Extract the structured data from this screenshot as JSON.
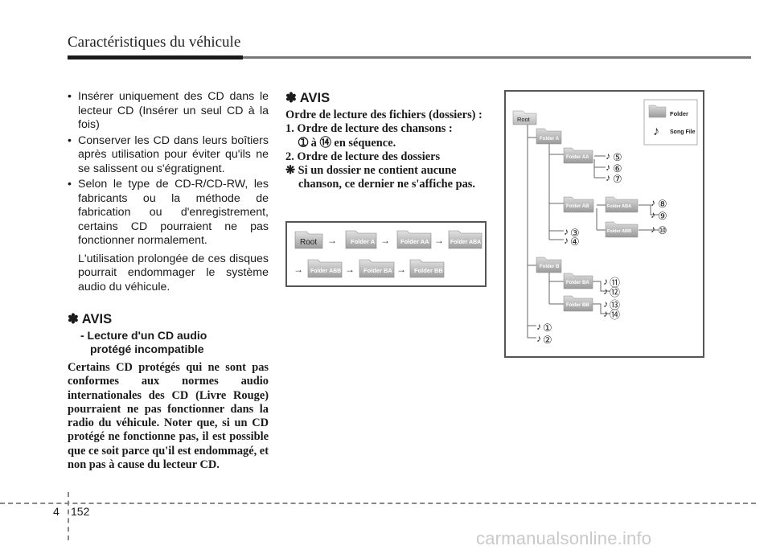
{
  "header": {
    "title": "Caractéristiques du véhicule"
  },
  "left_column": {
    "bullets": [
      "Insérer uniquement des CD dans le lecteur CD (Insérer un seul CD à la fois)",
      "Conserver les CD dans leurs boîtiers après utilisation pour éviter qu'ils ne se salissent ou s'égratignent.",
      "Selon le type de CD-R/CD-RW, les fabricants ou la méthode de fabrication ou d'enregistrement, certains CD pourraient ne pas fonctionner normalement."
    ],
    "continuation": "L'utilisation prolongée de ces disques pourrait endommager le système audio du véhicule.",
    "avis": {
      "title": "✽ AVIS",
      "subtitle_line1": "- Lecture d'un CD audio",
      "subtitle_line2": "protégé incompatible",
      "body": "Certains CD protégés qui ne sont pas conformes aux normes audio internationales des CD (Livre Rouge) pourraient ne pas fonctionner dans la radio du véhicule. Noter que, si un CD protégé ne fonctionne pas, il est possible que ce soit parce qu'il est endommagé, et non pas à cause du lecteur CD."
    }
  },
  "right_column": {
    "avis_title": "✽ AVIS",
    "order_heading": "Ordre de lecture des fichiers (dossiers) :",
    "item1_line1": "1. Ordre de lecture des chansons :",
    "item1_line2": "➀ à ⑭ en séquence.",
    "item2": "2. Ordre de lecture des dossiers",
    "note_line1": "❋ Si un dossier ne contient aucune",
    "note_line2": "chanson, ce dernier ne s'affiche pas."
  },
  "sequence_diagram": {
    "row1": [
      "Root",
      "Folder A",
      "Folder AA",
      "Folder ABA"
    ],
    "row2": [
      "Folder ABB",
      "Folder BA",
      "Folder BB"
    ],
    "arrow": "→"
  },
  "tree_diagram": {
    "legend_folder": "Folder",
    "legend_song": "Song File",
    "root": "Root",
    "folder_a": "Folder A",
    "folder_aa": "Folder AA",
    "folder_ab": "Folder AB",
    "folder_aba": "Folder ABA",
    "folder_abb": "Folder ABB",
    "folder_b": "Folder B",
    "folder_ba": "Folder BA",
    "folder_bb": "Folder BB",
    "note": "♪",
    "songs": [
      "①",
      "②",
      "③",
      "④",
      "⑤",
      "⑥",
      "⑦",
      "⑧",
      "⑨",
      "⑩",
      "⑪",
      "⑫",
      "⑬",
      "⑭"
    ]
  },
  "footer": {
    "chapter": "4",
    "page": "152",
    "watermark": "carmanualsonline.info"
  }
}
